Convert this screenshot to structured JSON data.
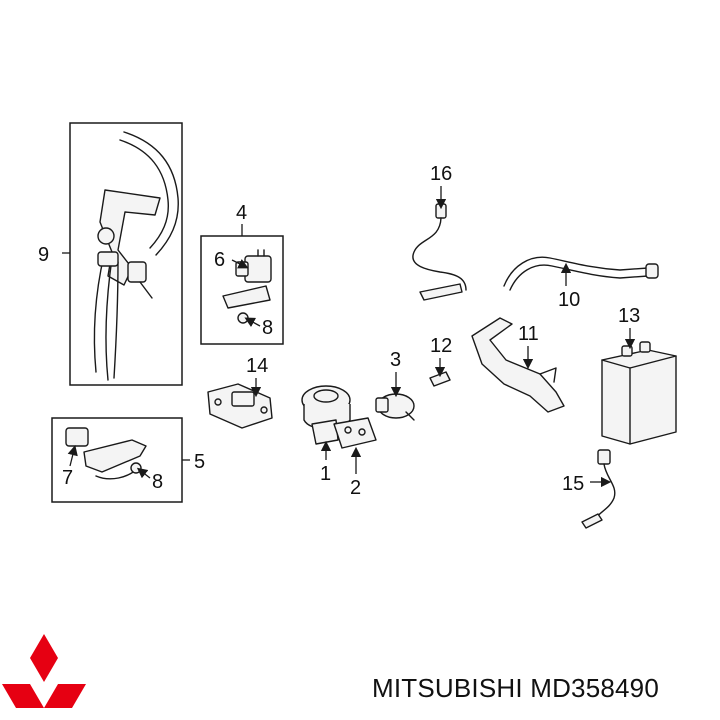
{
  "callouts": {
    "c1": "1",
    "c2": "2",
    "c3": "3",
    "c4": "4",
    "c5": "5",
    "c6": "6",
    "c7": "7",
    "c8a": "8",
    "c8b": "8",
    "c9": "9",
    "c10": "10",
    "c11": "11",
    "c12": "12",
    "c13": "13",
    "c14": "14",
    "c15": "15",
    "c16": "16"
  },
  "footer": {
    "brand_text": "MITSUBISHI MD358490",
    "logo_color": "#e60012"
  }
}
